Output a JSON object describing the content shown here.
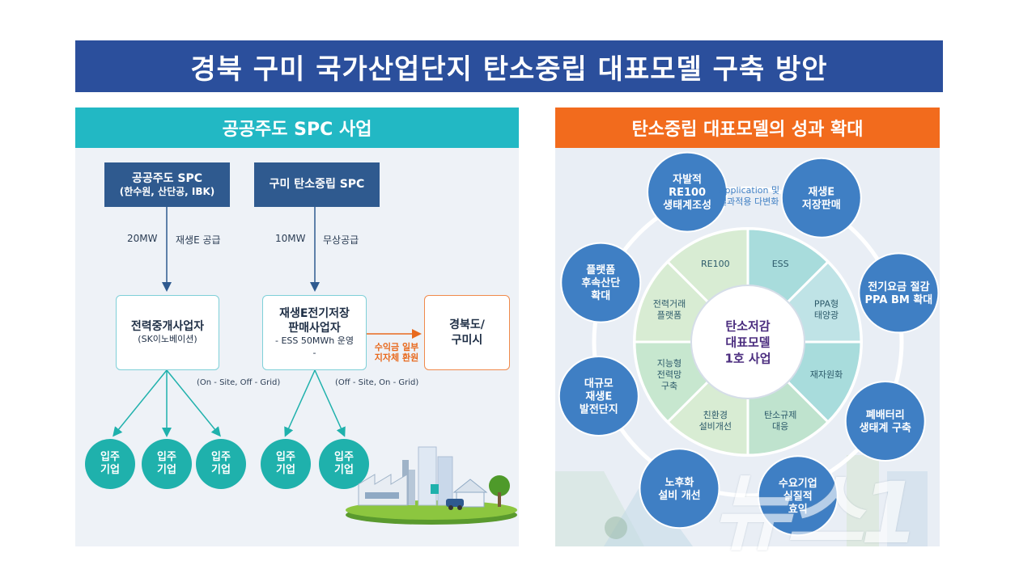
{
  "title": "경북 구미 국가산업단지 탄소중립 대표모델 구축 방안",
  "left": {
    "header": "공공주도 SPC 사업",
    "spc1": {
      "title": "공공주도 SPC",
      "sub": "(한수원, 산단공, IBK)"
    },
    "spc2": {
      "title": "구미 탄소중립 SPC"
    },
    "flow1": {
      "amount": "20MW",
      "label": "재생E 공급"
    },
    "flow2": {
      "amount": "10MW",
      "label": "무상공급"
    },
    "broker": {
      "title": "전력중개사업자",
      "sub": "(SK이노베이션)"
    },
    "ess": {
      "title1": "재생E전기저장",
      "title2": "판매사업자",
      "sub": "- ESS 50MWh 운영",
      "dash": "-"
    },
    "gov": {
      "line1": "경북도/",
      "line2": "구미시"
    },
    "revenue": {
      "line1": "수익금 일부",
      "line2": "지자체 환원"
    },
    "grid1": "(On - Site, Off - Grid)",
    "grid2": "(Off - Site, On - Grid)",
    "tenant": {
      "line1": "입주",
      "line2": "기업"
    }
  },
  "right": {
    "header": "탄소중립 대표모델의 성과 확대",
    "center": [
      "탄소저감",
      "대표모델",
      "1호 사업"
    ],
    "app_note": [
      "Application 및",
      "결과적용 다변화"
    ],
    "segments": [
      [
        "RE100"
      ],
      [
        "ESS"
      ],
      [
        "PPA형",
        "태양광"
      ],
      [
        "재자원화"
      ],
      [
        "탄소규제",
        "대응"
      ],
      [
        "친환경",
        "설비개선"
      ],
      [
        "지능형",
        "전력망",
        "구축"
      ],
      [
        "전력거래",
        "플랫폼"
      ]
    ],
    "outer": [
      [
        "자발적",
        "RE100",
        "생태계조성"
      ],
      [
        "재생E",
        "저장판매"
      ],
      [
        "전기요금 절감",
        "PPA BM 확대"
      ],
      [
        "폐배터리",
        "생태계 구축"
      ],
      [
        "수요기업",
        "실질적",
        "효익"
      ],
      [
        "노후화",
        "설비 개선"
      ],
      [
        "대규모",
        "재생E",
        "발전단지"
      ],
      [
        "플랫폼",
        "후속산단",
        "확대"
      ]
    ]
  },
  "watermark": "뉴스1",
  "colors": {
    "title_bg": "#2b4f9c",
    "left_header": "#22b8c4",
    "right_header": "#f26b1d",
    "teal": "#1fb1ac",
    "navy_box": "#2f5a8f",
    "outer_circle": "#3f7fc4"
  }
}
